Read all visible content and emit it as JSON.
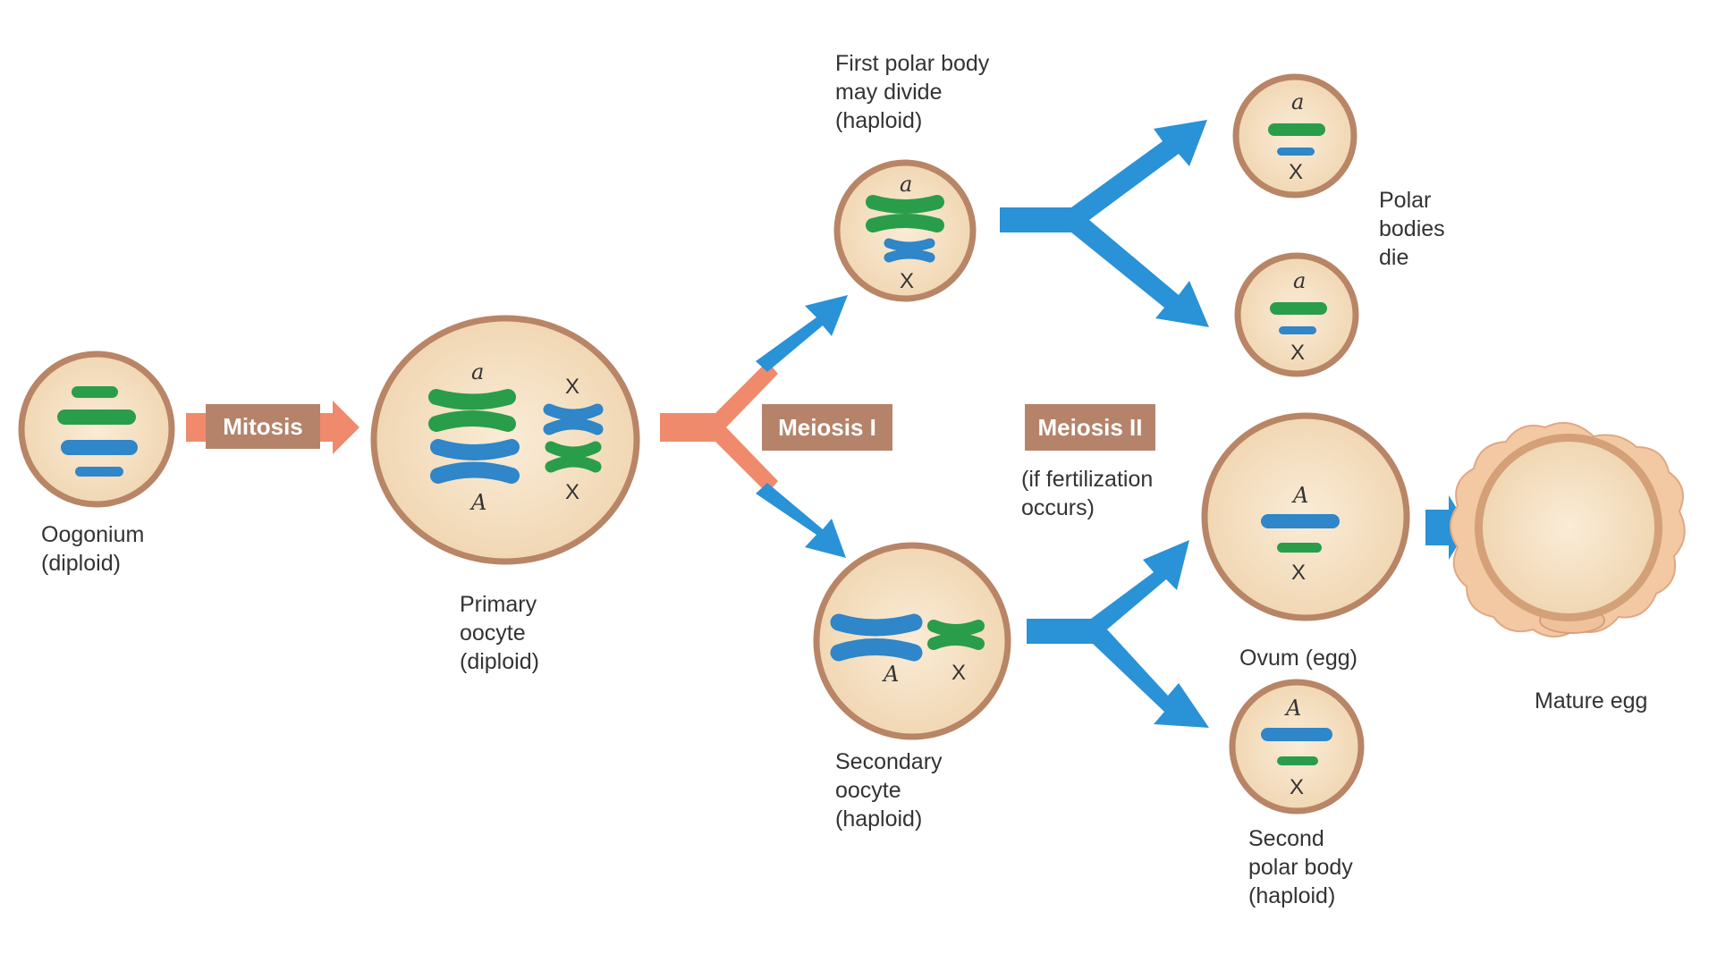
{
  "captions": {
    "oogonium": "Oogonium\n(diploid)",
    "primary": "Primary\noocyte\n(diploid)",
    "secondary": "Secondary\noocyte\n(haploid)",
    "first_polar": "First polar body\nmay divide\n(haploid)",
    "polar_die": "Polar\nbodies\ndie",
    "fert": "(if fertilization\noccurs)",
    "ovum": "Ovum (egg)",
    "second_polar": "Second\npolar body\n(haploid)",
    "mature": "Mature egg"
  },
  "stages": {
    "mitosis": "Mitosis",
    "meiosis1": "Meiosis I",
    "meiosis2": "Meiosis II"
  },
  "genes": {
    "a": "a",
    "A": "A",
    "x": "X"
  },
  "colors": {
    "cell_fill": "#f2d9b8",
    "cell_border": "#b88566",
    "green": "#2a9d4a",
    "blue": "#2f86c8",
    "arrow_blue": "#2a92d6",
    "arrow_salmon": "#f08a6c",
    "label_box": "#b5836a"
  }
}
